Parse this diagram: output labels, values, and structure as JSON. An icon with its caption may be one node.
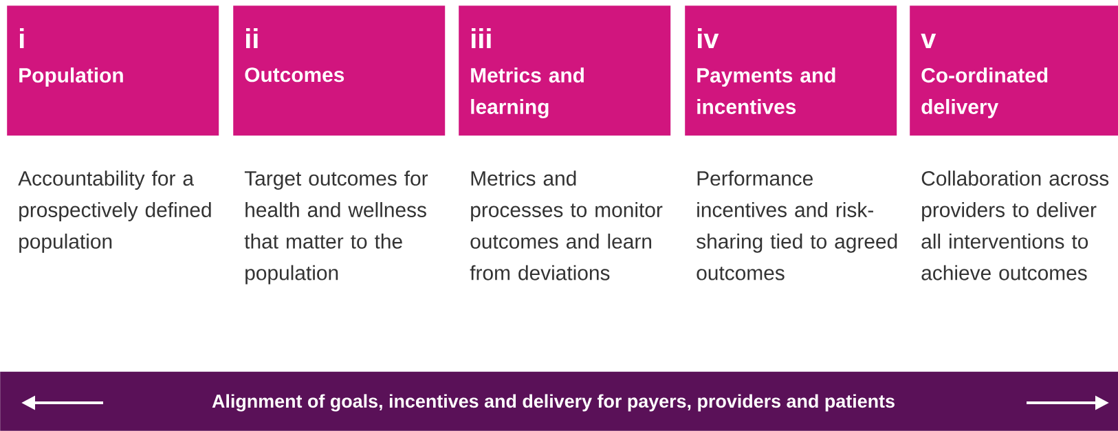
{
  "diagram": {
    "nodes": [
      {
        "text": [
          "i",
          "Population"
        ],
        "beside": [
          "Accountability for a prospectively defined population"
        ]
      },
      {
        "text": [
          "ii",
          "Outcomes"
        ],
        "beside": [
          "Target outcomes for health and wellness that matter to the population"
        ]
      },
      {
        "text": [
          "iii",
          "Metrics and learning"
        ],
        "beside": [
          "Metrics and processes to monitor outcomes and learn from deviations"
        ]
      },
      {
        "text": [
          "iv",
          "Payments and incentives"
        ],
        "beside": [
          "Performance incentives and risk-sharing tied to agreed outcomes"
        ]
      },
      {
        "text": [
          "v",
          "Co-ordinated delivery"
        ],
        "beside": [
          "Collaboration across providers to deliver all interventions to achieve outcomes"
        ]
      },
      {
        "text": [
          "Alignment of goals, incentives and delivery for payers, providers and patients"
        ]
      }
    ]
  }
}
